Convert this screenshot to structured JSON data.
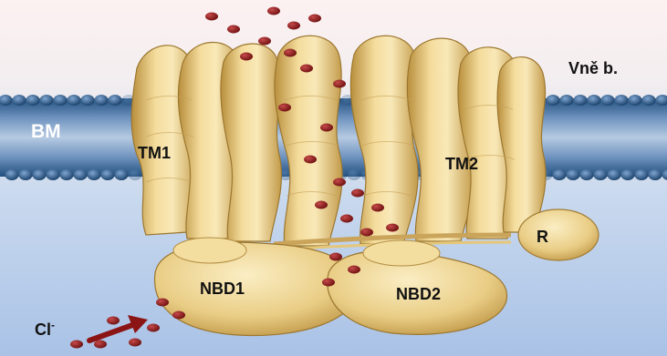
{
  "labels": {
    "membrane": "BM",
    "outside": "Vně b.",
    "tm1": "TM1",
    "tm2": "TM2",
    "r_domain": "R",
    "nbd1": "NBD1",
    "nbd2": "NBD2",
    "ion": "Cl",
    "ion_charge": "-"
  },
  "colors": {
    "sky_top": "#fdf0f0",
    "sky_bottom": "#dde9f5",
    "membrane_head": "#1f4e7c",
    "membrane_mid": "#9bb6d6",
    "cytoplasm": "#bcd2ee",
    "protein_light": "#f7e3a6",
    "protein_mid": "#e6c779",
    "protein_dark": "#b88e3c",
    "ion": "#8c1c1c",
    "arrow": "#8b1414"
  }
}
